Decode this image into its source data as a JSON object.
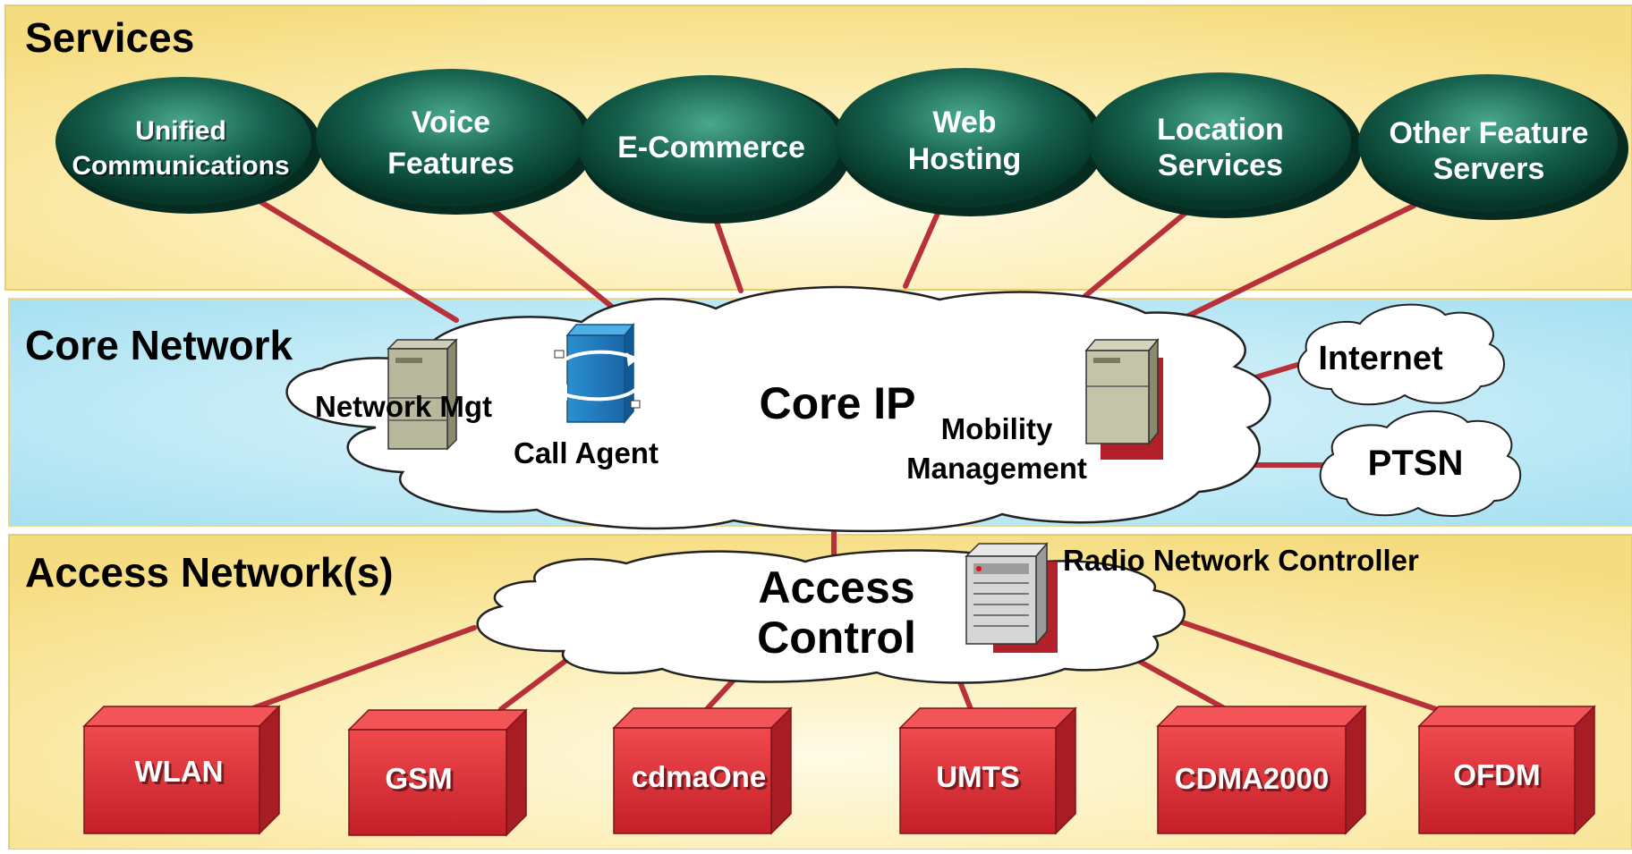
{
  "layers": {
    "services": "Services",
    "core": "Core Network",
    "access": "Access Network(s)"
  },
  "services": [
    {
      "line1": "Unified",
      "line2": "Communications"
    },
    {
      "line1": "Voice",
      "line2": "Features"
    },
    {
      "line1": "E-Commerce",
      "line2": ""
    },
    {
      "line1": "Web",
      "line2": "Hosting"
    },
    {
      "line1": "Location",
      "line2": "Services"
    },
    {
      "line1": "Other Feature",
      "line2": "Servers"
    }
  ],
  "core": {
    "cloud_label": "Core IP",
    "network_mgt": "Network Mgt",
    "call_agent": "Call Agent",
    "mobility_line1": "Mobility",
    "mobility_line2": "Management",
    "internet": "Internet",
    "ptsn": "PTSN"
  },
  "access": {
    "cloud_line1": "Access",
    "cloud_line2": "Control",
    "rnc": "Radio Network Controller"
  },
  "access_networks": [
    "WLAN",
    "GSM",
    "cdmaOne",
    "UMTS",
    "CDMA2000",
    "OFDM"
  ],
  "colors": {
    "band_yellow": "#f8e49a",
    "band_blue": "#b4e6f5",
    "ellipse_dark": "#0a4a3a",
    "ellipse_light": "#3a9a80",
    "connector": "#b8313a",
    "box_red": "#e0333a"
  }
}
